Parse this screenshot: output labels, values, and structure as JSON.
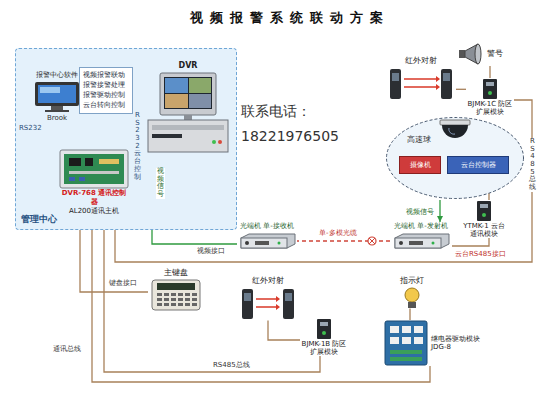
{
  "diagram": {
    "title": "视频报警系统联动方案",
    "nodes": [
      {
        "text": [
          "管理中心"
        ]
      },
      {
        "text": [
          "报警中心软件"
        ],
        "in": 0
      },
      {
        "text": [
          "视频报警联动 报警接警处理 报警驱动控制 云台转向控制"
        ],
        "in": 0
      },
      {
        "text": [
          "DVR"
        ],
        "in": 0
      },
      {
        "text": [
          "DVR-768 通讯控制器",
          "AL200通讯主机"
        ],
        "in": 0
      },
      {
        "text": [
          "光端机 单-接收机"
        ]
      },
      {
        "text": [
          "光端机 单-发射机"
        ]
      },
      {
        "text": [
          "高速球"
        ]
      },
      {
        "text": [
          "摄像机"
        ],
        "in": 7
      },
      {
        "text": [
          "云台控制器"
        ],
        "in": 7
      },
      {
        "text": [
          "警号"
        ]
      },
      {
        "text": [
          "红外对射"
        ]
      },
      {
        "text": [
          "BJMK-1C 防区扩展模块"
        ]
      },
      {
        "text": [
          "YTMK-1 云台通讯模块"
        ]
      },
      {
        "text": [
          "主键盘"
        ]
      },
      {
        "text": [
          "红外对射"
        ]
      },
      {
        "text": [
          "BJMK-1B 防区扩展模块"
        ]
      },
      {
        "text": [
          "指示灯"
        ]
      },
      {
        "text": [
          "继电器驱动模块 JDG-8"
        ]
      }
    ],
    "edges": [
      {
        "from": 4,
        "to": 1,
        "arrow": "none",
        "label": "RS232"
      },
      {
        "from": 4,
        "to": 3,
        "arrow": "none",
        "label": "RS232云台控制"
      },
      {
        "from": 5,
        "to": 3,
        "arrow": "to",
        "label": "视频信号"
      },
      {
        "from": 6,
        "to": 5,
        "arrow": "none",
        "label": "单-多模光缆"
      },
      {
        "from": 7,
        "to": 6,
        "arrow": "to",
        "label": "视频信号"
      },
      {
        "from": 6,
        "to": 13,
        "arrow": "none",
        "label": "云台RS485接口"
      },
      {
        "from": 9,
        "to": 13,
        "arrow": "none"
      },
      {
        "from": 4,
        "to": 14,
        "arrow": "none",
        "label": "键盘接口"
      },
      {
        "from": 4,
        "to": 12,
        "arrow": "none",
        "label": "RS485总线"
      },
      {
        "from": 10,
        "to": 12,
        "arrow": "none"
      },
      {
        "from": 11,
        "to": 12,
        "arrow": "none"
      },
      {
        "from": 4,
        "to": 16,
        "arrow": "none",
        "label": "RS485总线"
      },
      {
        "from": 4,
        "to": 18,
        "arrow": "none",
        "label": "通讯总线"
      },
      {
        "from": 15,
        "to": 16,
        "arrow": "none"
      },
      {
        "from": 17,
        "to": 18,
        "arrow": "none"
      }
    ],
    "labels": [
      "Brook",
      "视频接口",
      "联系电话：",
      "18221976505"
    ]
  }
}
